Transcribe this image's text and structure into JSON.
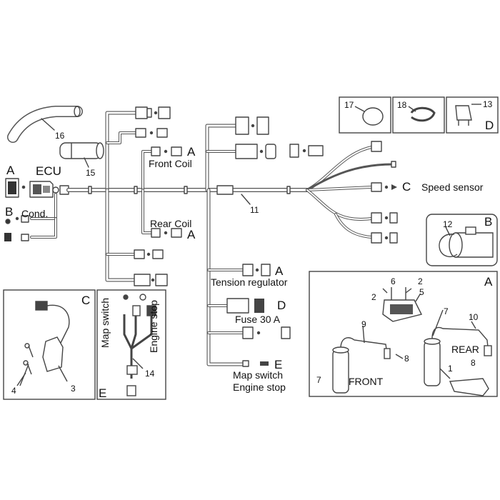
{
  "labels": {
    "ecu": "ECU",
    "cond": "Cond.",
    "front_coil": "Front Coil",
    "rear_coil": "Rear Coil",
    "speed_sensor": "Speed sensor",
    "tension_regulator": "Tension regulator",
    "fuse": "Fuse 30 A",
    "map_switch_line1": "Map switch",
    "map_switch_line2": "Engine stop",
    "map_switch_vertical": "Map switch",
    "engine_stop_vertical": "Engine stop",
    "front": "FRONT",
    "rear": "REAR"
  },
  "letters": {
    "A": "A",
    "B": "B",
    "C": "C",
    "D": "D",
    "E": "E"
  },
  "parts": {
    "p1": "1",
    "p2": "2",
    "p3": "3",
    "p4": "4",
    "p5": "5",
    "p6": "6",
    "p7": "7",
    "p8": "8",
    "p9": "9",
    "p10": "10",
    "p11": "11",
    "p12": "12",
    "p13": "13",
    "p14": "14",
    "p15": "15",
    "p16": "16",
    "p17": "17",
    "p18": "18"
  }
}
